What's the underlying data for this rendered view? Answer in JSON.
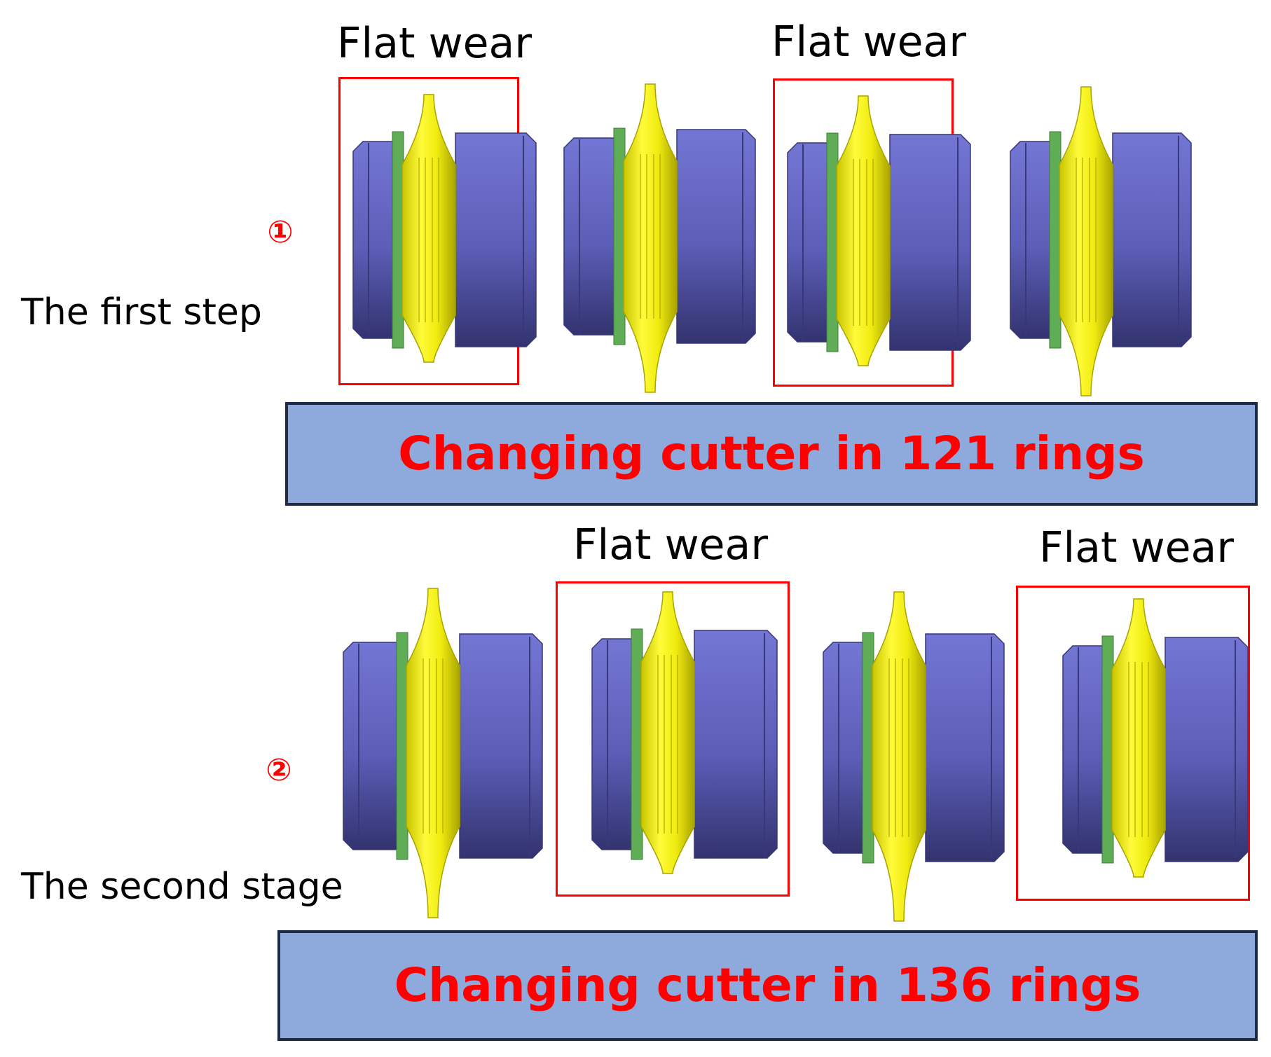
{
  "colors": {
    "accent_red": "#ff0000",
    "banner_fill": "#8eaadc",
    "disc_body": "#6a6cc4",
    "disc_shadow": "#37377a",
    "ring_green": "#5fae55",
    "blade_yellow": "#f2ef10",
    "blade_shadow": "#a8a300"
  },
  "stages": [
    {
      "number": "①",
      "label": "The first step",
      "banner": "Changing cutter in 121 rings",
      "cutters": [
        {
          "flat_wear": true,
          "wear_label": "Flat wear"
        },
        {
          "flat_wear": false
        },
        {
          "flat_wear": true,
          "wear_label": "Flat wear"
        },
        {
          "flat_wear": false
        }
      ]
    },
    {
      "number": "②",
      "label": "The second stage",
      "banner": "Changing cutter in 136 rings",
      "cutters": [
        {
          "flat_wear": false
        },
        {
          "flat_wear": true,
          "wear_label": "Flat wear"
        },
        {
          "flat_wear": false
        },
        {
          "flat_wear": true,
          "wear_label": "Flat wear"
        }
      ]
    }
  ]
}
